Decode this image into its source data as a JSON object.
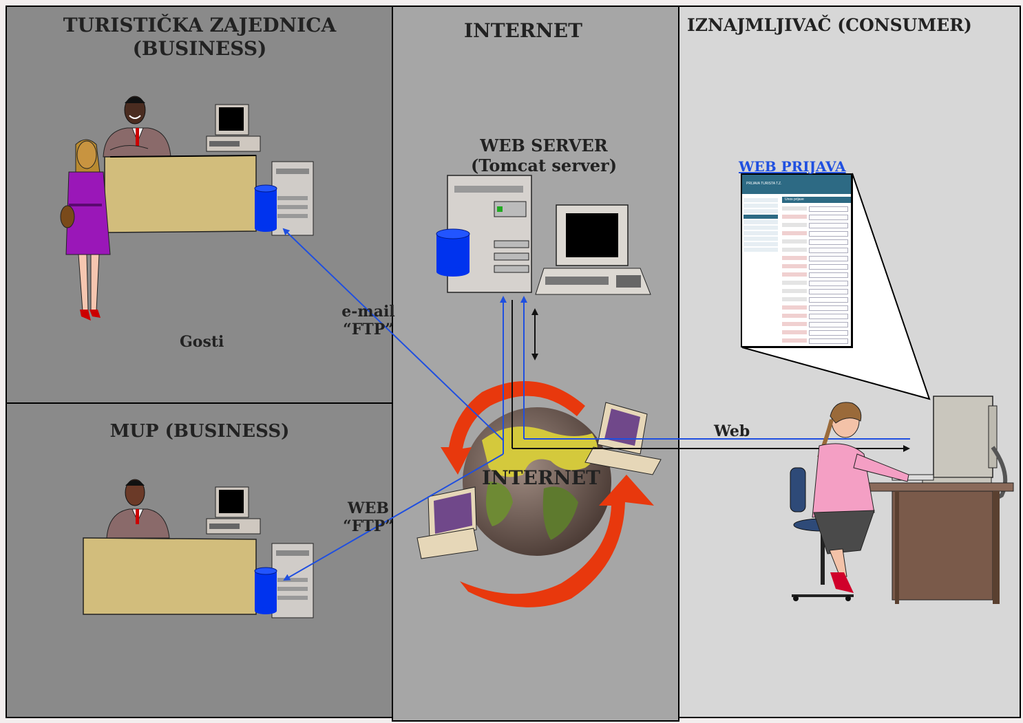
{
  "panels": {
    "tourist_board": {
      "title_line1": "TURISTIČKA ZAJEDNICA",
      "title_line2": "(BUSINESS)",
      "guests_label": "Gosti",
      "bg": "#8a8a8a"
    },
    "mup": {
      "title": "MUP (BUSINESS)",
      "bg": "#8a8a8a"
    },
    "internet": {
      "title": "INTERNET",
      "bg": "#a6a6a6"
    },
    "consumer": {
      "title": "IZNAJMLJIVAČ (CONSUMER)",
      "bg": "#d7d7d7"
    }
  },
  "web_server": {
    "line1": "WEB SERVER",
    "line2": "(Tomcat server)"
  },
  "web_prijava": {
    "link": "WEB PRIJAVA",
    "header": "PRIJAVA TURISTA T.Z.",
    "form_title": "Unos prijave"
  },
  "globe_label": "INTERNET",
  "connections": {
    "email_line1": "e-mail",
    "email_line2": "“FTP”",
    "web_line1": "WEB",
    "web_line2": "“FTP”",
    "web_consumer": "Web"
  },
  "colors": {
    "arrow_blue": "#1f4fe0",
    "arrow_red": "#e8380d",
    "storage_blue": "#0033ee",
    "desk": "#d2bd7c",
    "suit": "#8a6a6a",
    "dress": "#9a17b8"
  }
}
